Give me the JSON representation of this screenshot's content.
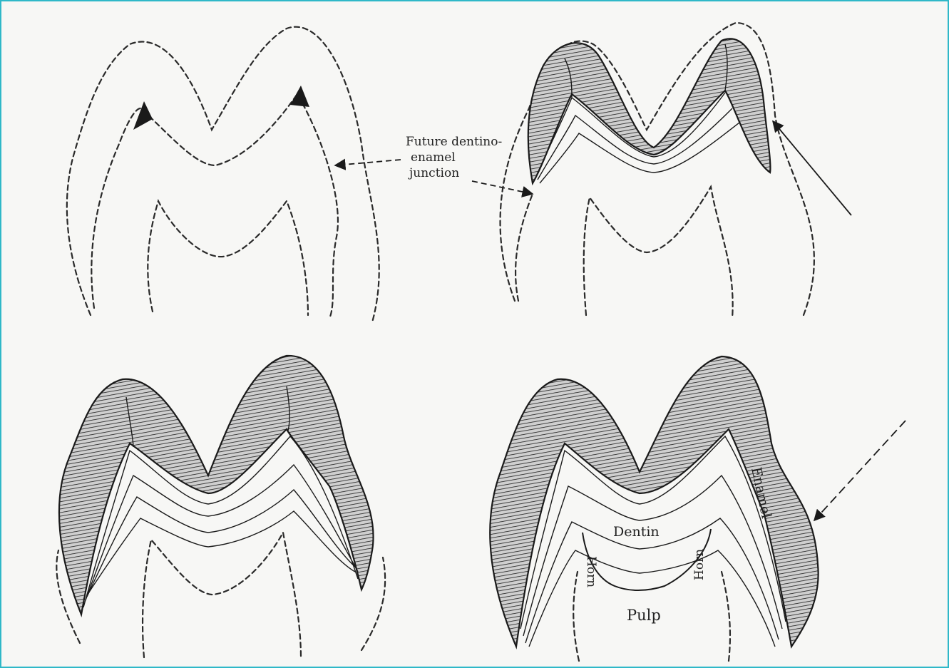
{
  "figure": {
    "labels": {
      "future_dej_line1": "Future dentino-",
      "future_dej_line2": "enamel",
      "future_dej_line3": "junction",
      "enamel": "Enamel",
      "dentin": "Dentin",
      "horn_left": "Horn",
      "horn_right": "Horn",
      "pulp": "Pulp"
    },
    "panels": [
      "stage-1",
      "stage-2",
      "stage-3",
      "stage-4"
    ],
    "colors": {
      "frame_border": "#2fb8c8",
      "ink": "#1a1a1a",
      "background": "#f7f7f5"
    }
  }
}
